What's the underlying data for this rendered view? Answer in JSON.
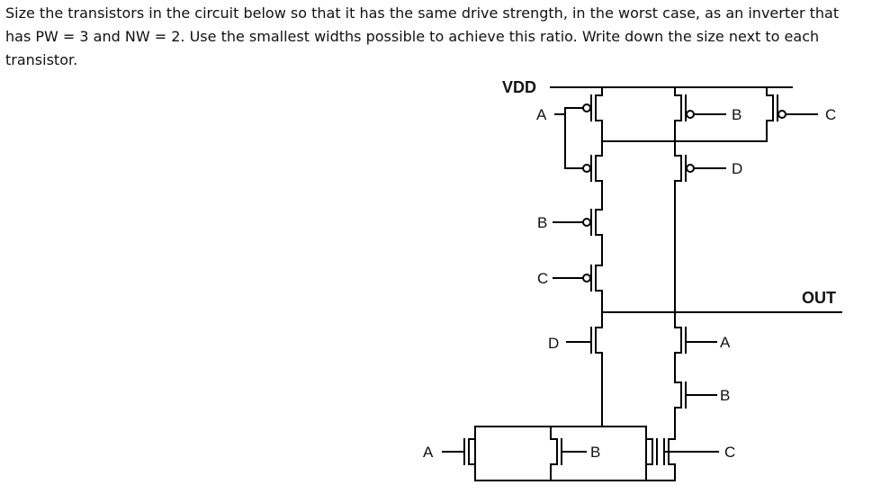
{
  "question": {
    "text": "Size the transistors in the circuit below so that it has the same drive strength, in the worst case, as an inverter that has PW = 3 and NW = 2. Use the smallest widths possible to achieve this ratio. Write down the size next to each transistor."
  },
  "circuit": {
    "vdd_label": "VDD",
    "out_label": "OUT",
    "pmos_inputs": {
      "p_a": "A",
      "p_b_top": "B",
      "p_c_right": "C",
      "p_d_right": "D",
      "p_b_stack": "B",
      "p_c_stack": "C"
    },
    "nmos_inputs": {
      "n_d": "D",
      "n_a": "A",
      "n_b": "B",
      "n_c": "C",
      "n_a_bottom": "A",
      "n_b_bottom": "B"
    }
  }
}
